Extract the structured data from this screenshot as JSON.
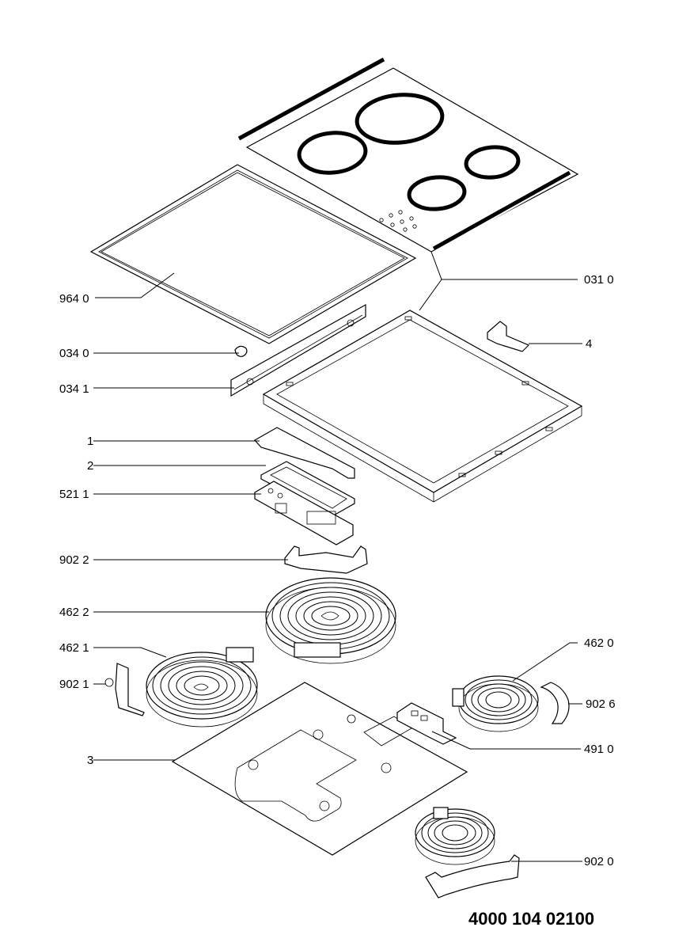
{
  "diagram": {
    "drawing_number": "4000 104 02100",
    "callouts": {
      "c0310": "031 0",
      "c9640": "964 0",
      "c0340": "034 0",
      "c4": "4",
      "c0341": "034 1",
      "c1": "1",
      "c2": "2",
      "c5211": "521 1",
      "c9022": "902 2",
      "c4622": "462 2",
      "c4621": "462 1",
      "c4620": "462 0",
      "c9021": "902 1",
      "c9026": "902 6",
      "c3": "3",
      "c4910": "491 0",
      "c9020": "902 0"
    }
  }
}
